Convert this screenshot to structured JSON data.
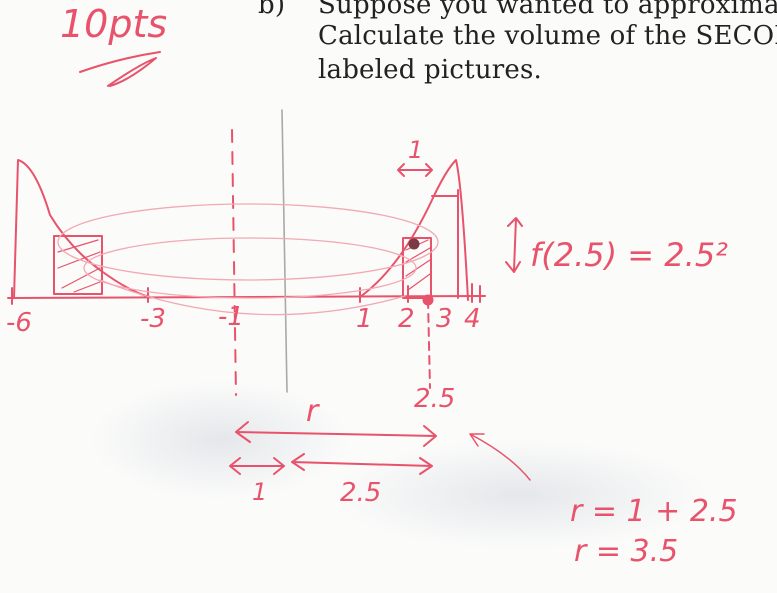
{
  "question": {
    "points": "10pts",
    "part_label": "b)",
    "line1": "Suppose you wanted to approximate",
    "line2": "Calculate the volume of the SECON",
    "line3": "labeled pictures."
  },
  "sketch": {
    "axis_ticks": [
      "-6",
      "-3",
      "-1",
      "1",
      "2",
      "3",
      "4"
    ],
    "height_label": "f(2.5) = 2.5²",
    "ring_width": "1",
    "point_label": "2.5",
    "radius_label": "r",
    "inner_offset": "1",
    "inner_span": "2.5",
    "calc_line1": "r = 1 + 2.5",
    "calc_line2": "r = 3.5"
  },
  "colors": {
    "ink": "#e8536b",
    "print": "#222222"
  }
}
